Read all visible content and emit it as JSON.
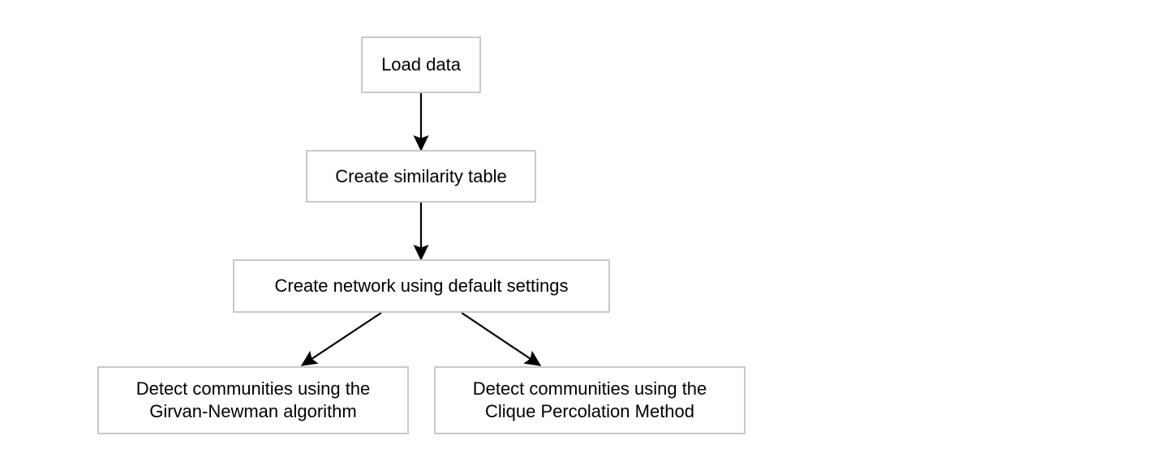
{
  "diagram": {
    "title": "Community detection workflow flowchart",
    "background_color": "#ffffff",
    "node_border_color": "#c9c9c9",
    "node_fill_color": "#ffffff",
    "edge_color": "#000000",
    "text_color": "#000000",
    "nodes": [
      {
        "id": "load-data",
        "label": "Load data"
      },
      {
        "id": "similarity-table",
        "label": "Create similarity table"
      },
      {
        "id": "create-network",
        "label": "Create network using default settings"
      },
      {
        "id": "girvan-newman",
        "label": "Detect communities using the\nGirvan-Newman algorithm"
      },
      {
        "id": "clique-percolation",
        "label": "Detect communities using the\nClique Percolation Method"
      }
    ],
    "edges": [
      {
        "id": "edge-load-data-to-similarity-table",
        "from": "load-data",
        "to": "similarity-table"
      },
      {
        "id": "edge-similarity-table-to-create-network",
        "from": "similarity-table",
        "to": "create-network"
      },
      {
        "id": "edge-create-network-to-girvan-newman",
        "from": "create-network",
        "to": "girvan-newman"
      },
      {
        "id": "edge-create-network-to-clique-percolation",
        "from": "create-network",
        "to": "clique-percolation"
      }
    ]
  }
}
